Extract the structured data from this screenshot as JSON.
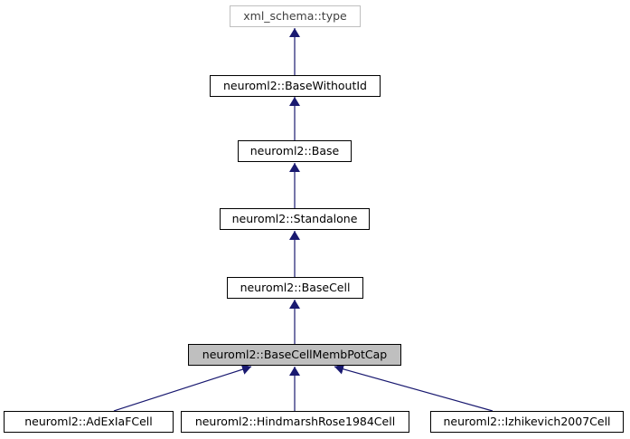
{
  "diagram": {
    "edge_color": "#191970",
    "current_fill": "#bfbfbf",
    "external_border": "#bfbfbf",
    "nodes": [
      {
        "id": "xml_type",
        "label": "xml_schema::type"
      },
      {
        "id": "base_without_id",
        "label": "neuroml2::BaseWithoutId"
      },
      {
        "id": "base",
        "label": "neuroml2::Base"
      },
      {
        "id": "standalone",
        "label": "neuroml2::Standalone"
      },
      {
        "id": "base_cell",
        "label": "neuroml2::BaseCell"
      },
      {
        "id": "base_cell_memb_pot_cap",
        "label": "neuroml2::BaseCellMembPotCap"
      },
      {
        "id": "adex",
        "label": "neuroml2::AdExIaFCell"
      },
      {
        "id": "hindmarsh",
        "label": "neuroml2::HindmarshRose1984Cell"
      },
      {
        "id": "izhikevich",
        "label": "neuroml2::Izhikevich2007Cell"
      }
    ],
    "edges": [
      {
        "from": "base_without_id",
        "to": "xml_type"
      },
      {
        "from": "base",
        "to": "base_without_id"
      },
      {
        "from": "standalone",
        "to": "base"
      },
      {
        "from": "base_cell",
        "to": "standalone"
      },
      {
        "from": "base_cell_memb_pot_cap",
        "to": "base_cell"
      },
      {
        "from": "adex",
        "to": "base_cell_memb_pot_cap"
      },
      {
        "from": "hindmarsh",
        "to": "base_cell_memb_pot_cap"
      },
      {
        "from": "izhikevich",
        "to": "base_cell_memb_pot_cap"
      }
    ]
  }
}
